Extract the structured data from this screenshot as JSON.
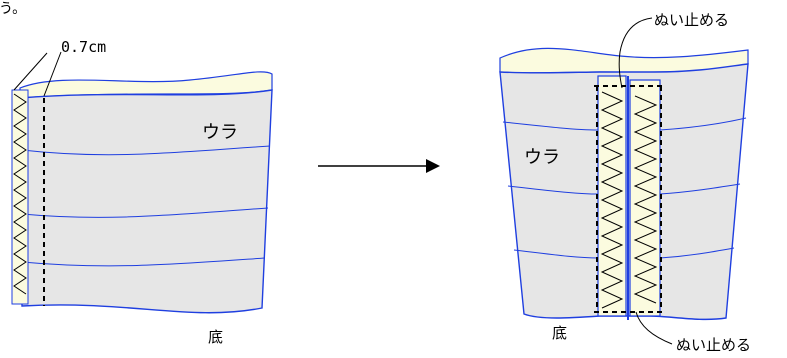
{
  "top_partial_text": "う。",
  "left_panel": {
    "seam_allowance_label": "0.7cm",
    "wrong_side_label": "ウラ",
    "bottom_label": "底"
  },
  "right_panel": {
    "stop_stitch_top_label": "ぬい止める",
    "wrong_side_label": "ウラ",
    "bottom_label": "底",
    "stop_stitch_bottom_label": "ぬい止める"
  },
  "colors": {
    "outline": "#1f3fe0",
    "fabric": "#e6e6e6",
    "lining": "#fbfbdf",
    "stitch": "#000000"
  }
}
